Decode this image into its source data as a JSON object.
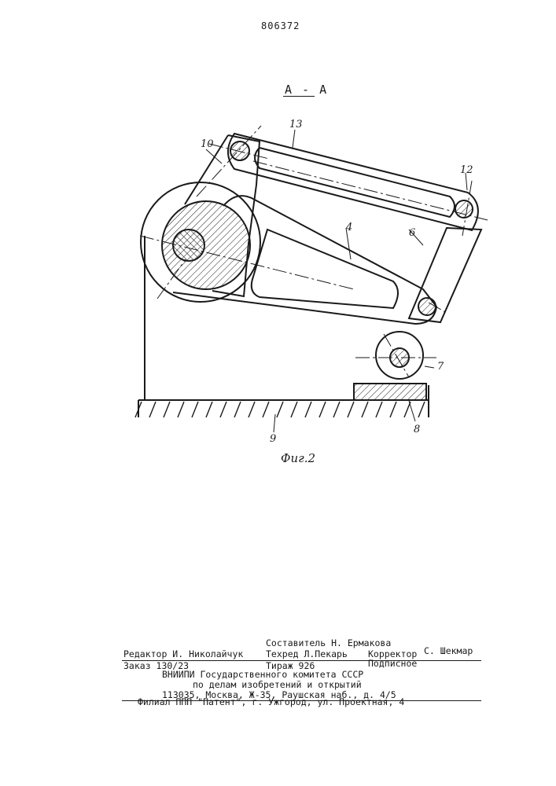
{
  "header": {
    "patent_number": "806372",
    "section_label": "А - А"
  },
  "figure": {
    "caption": "Фиг.2",
    "part_labels": {
      "p4": "4",
      "p6": "6",
      "p7": "7",
      "p8": "8",
      "p9": "9",
      "p10": "10",
      "p12": "12",
      "p13": "13"
    }
  },
  "imprint": {
    "compiler": "Составитель Н. Ермакова",
    "editor": "Редактор И. Николайчук",
    "techred": "Техред Л.Пекарь",
    "corrector_prefix": "Корректор",
    "corrector_name": "С. Шекмар",
    "order": "Заказ 130/23",
    "circulation": "Тираж 926",
    "subscription": "Подписное",
    "org_line1": "ВНИИПИ Государственного комитета СССР",
    "org_line2": "по делам изобретений и открытий",
    "address": "113035, Москва, Ж-35, Раушская наб., д. 4/5",
    "branch": "Филиал ППП \"Патент\", г. Ужгород, ул. Проектная, 4"
  }
}
